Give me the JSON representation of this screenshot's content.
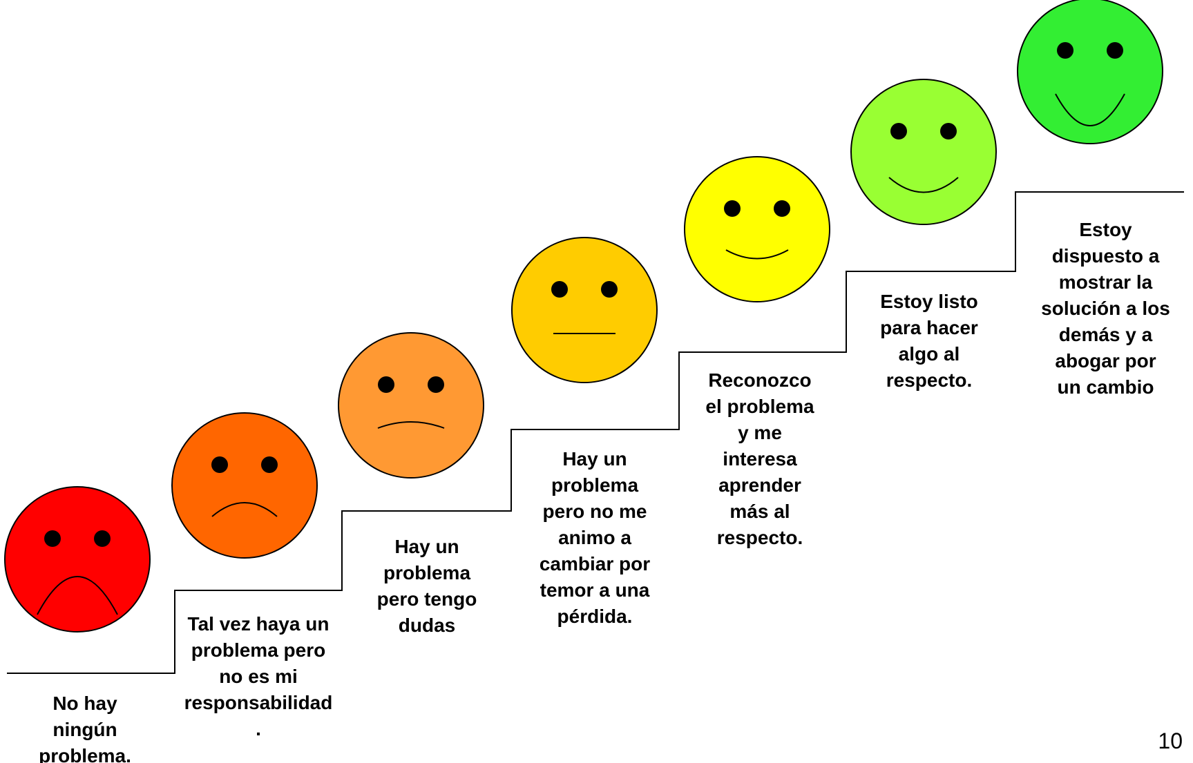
{
  "steps": [
    {
      "text": "No hay\nningún\nproblema.",
      "face_color": "#ff0000",
      "expression": "very-sad"
    },
    {
      "text": "Tal vez haya un\nproblema pero\nno es mi\nresponsabilidad\n.",
      "face_color": "#ff6600",
      "expression": "sad"
    },
    {
      "text": "Hay un\nproblema\npero tengo\ndudas",
      "face_color": "#ff9933",
      "expression": "slightly-sad"
    },
    {
      "text": "Hay un\nproblema\npero no me\nanimo a\ncambiar por\ntemor a una\npérdida.",
      "face_color": "#ffcc00",
      "expression": "neutral"
    },
    {
      "text": "Reconozco\nel problema\ny me\ninteresa\naprender\nmás al\nrespecto.",
      "face_color": "#ffff00",
      "expression": "slight-smile"
    },
    {
      "text": "Estoy listo\npara hacer\nalgo al\nrespecto.",
      "face_color": "#99ff33",
      "expression": "smile"
    },
    {
      "text": "Estoy\ndispuesto a\nmostrar la\nsolución a los\ndemás y a\nabogar por\nun cambio",
      "face_color": "#33ee33",
      "expression": "big-smile"
    }
  ],
  "page_number": "10"
}
